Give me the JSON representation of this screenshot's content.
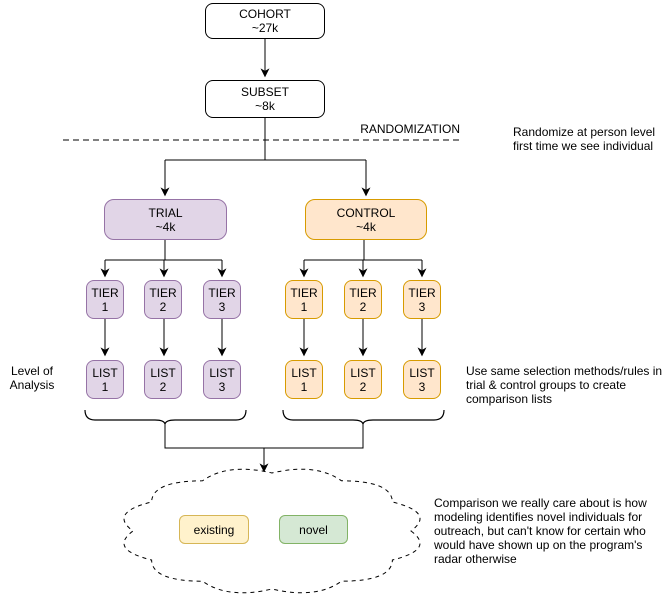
{
  "flow": {
    "cohort": {
      "label": "COHORT",
      "count": "~27k"
    },
    "subset": {
      "label": "SUBSET",
      "count": "~8k"
    },
    "randomization_label": "RANDOMIZATION",
    "trial": {
      "label": "TRIAL",
      "count": "~4k"
    },
    "control": {
      "label": "CONTROL",
      "count": "~4k"
    },
    "trial_tiers": [
      {
        "label": "TIER",
        "num": "1"
      },
      {
        "label": "TIER",
        "num": "2"
      },
      {
        "label": "TIER",
        "num": "3"
      }
    ],
    "trial_lists": [
      {
        "label": "LIST",
        "num": "1"
      },
      {
        "label": "LIST",
        "num": "2"
      },
      {
        "label": "LIST",
        "num": "3"
      }
    ],
    "control_tiers": [
      {
        "label": "TIER",
        "num": "1"
      },
      {
        "label": "TIER",
        "num": "2"
      },
      {
        "label": "TIER",
        "num": "3"
      }
    ],
    "control_lists": [
      {
        "label": "LIST",
        "num": "1"
      },
      {
        "label": "LIST",
        "num": "2"
      },
      {
        "label": "LIST",
        "num": "3"
      }
    ],
    "outcomes": {
      "existing": "existing",
      "novel": "novel"
    }
  },
  "annotations": {
    "randomize_note": "Randomize at person level\nfirst time we see individual",
    "level_of_analysis": "Level of\nAnalysis",
    "selection_note": "Use same selection methods/rules in\ntrial & control groups to create\ncomparison lists",
    "comparison_note": "Comparison we really care about is how\nmodeling identifies novel individuals for\noutreach, but can't know for certain who\nwould have shown up on the program's\nradar otherwise"
  },
  "colors": {
    "trial_fill": "#E1D5E7",
    "trial_border": "#9673A6",
    "control_fill": "#FFE6CC",
    "control_border": "#D79B00",
    "existing_fill": "#FFF2CC",
    "existing_border": "#D6B656",
    "novel_fill": "#D5E8D4",
    "novel_border": "#82B366",
    "neutral_fill": "#FFFFFF",
    "line": "#000000"
  }
}
